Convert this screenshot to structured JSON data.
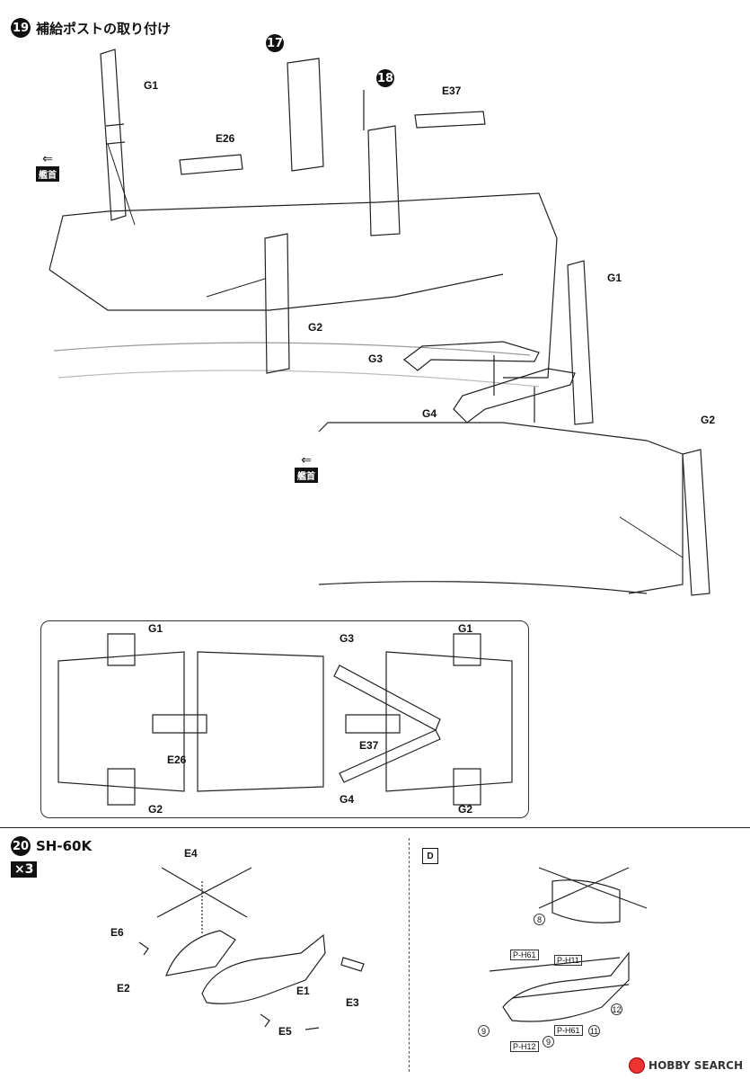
{
  "step19": {
    "number": "19",
    "title": "補給ポストの取り付け"
  },
  "step20": {
    "number": "20",
    "title": "SH-60K",
    "quantity": "×3"
  },
  "direction_label": "艦首",
  "sub_steps": {
    "a": "17",
    "b": "18"
  },
  "labels": {
    "G1": "G1",
    "G2": "G2",
    "G3": "G3",
    "G4": "G4",
    "E26": "E26",
    "E37": "E37",
    "E1": "E1",
    "E2": "E2",
    "E3": "E3",
    "E4": "E4",
    "E5": "E5",
    "E6": "E6"
  },
  "decal_box": "D",
  "decal_refs": {
    "ph61": "P-H61",
    "ph11": "P-H11",
    "ph12": "P-H12"
  },
  "decal_nums": {
    "n8": "8",
    "n9": "9",
    "n12": "12",
    "n11": "11"
  },
  "watermark": "HOBBY SEARCH"
}
